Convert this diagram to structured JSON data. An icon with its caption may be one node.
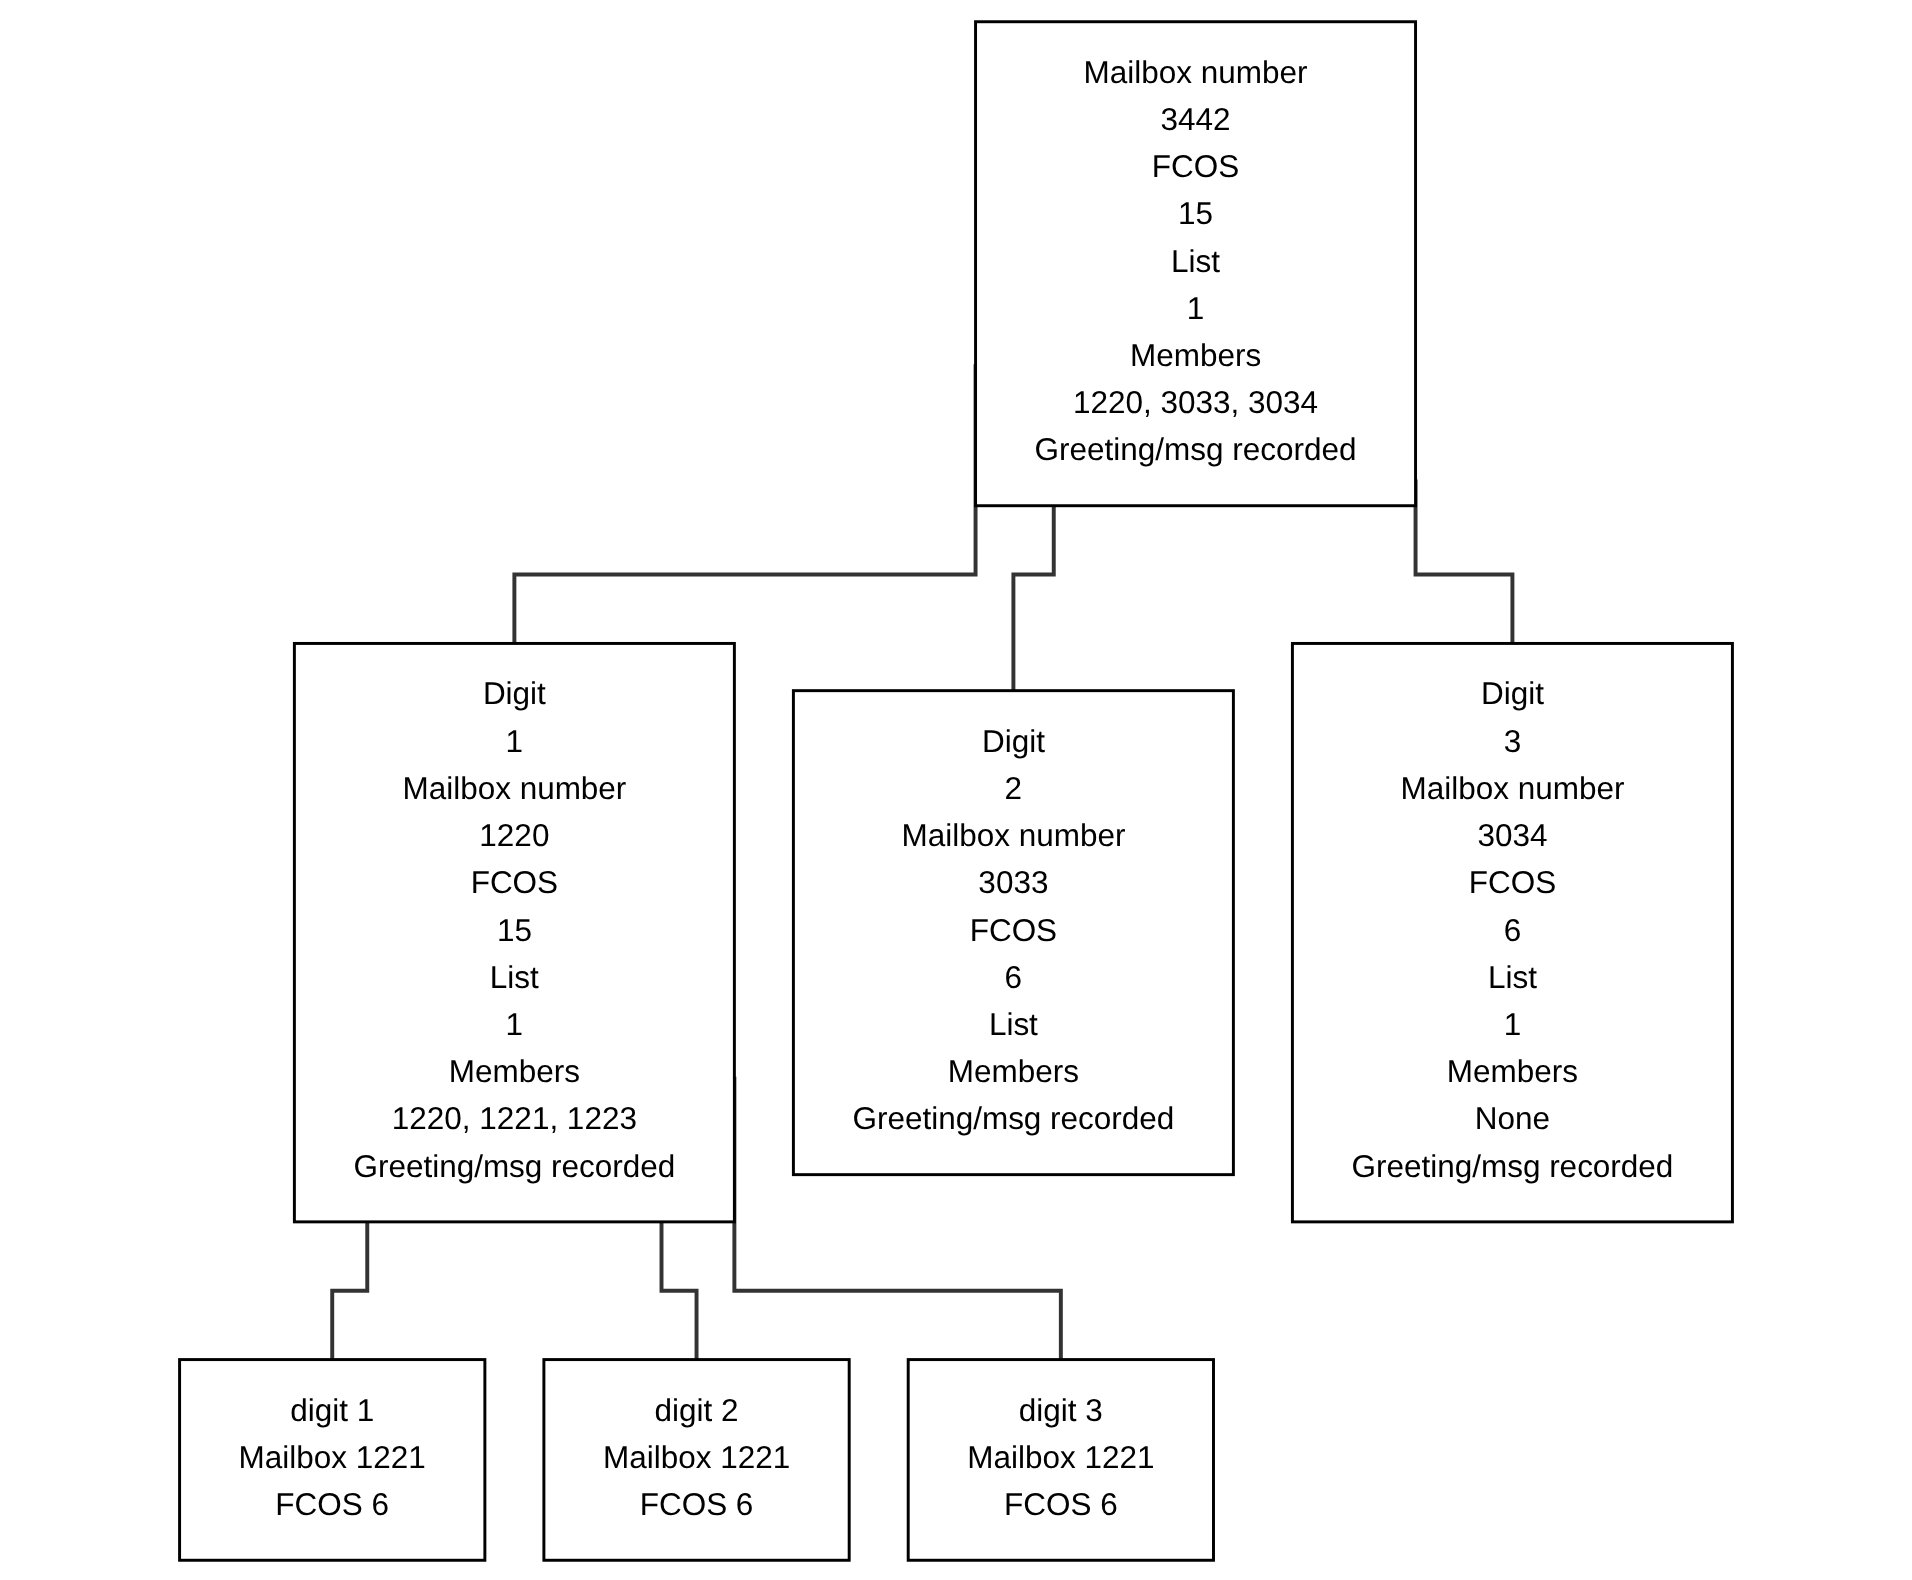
{
  "diagram": {
    "nodes": [
      {
        "text": [
          "Mailbox number",
          "3442",
          "FCOS",
          "15",
          "List",
          "1",
          "Members",
          "1220, 3033, 3034",
          "Greeting/msg recorded"
        ]
      },
      {
        "text": [
          "Digit",
          "1",
          "Mailbox number",
          "1220",
          "FCOS",
          "15",
          "List",
          "1",
          "Members",
          "1220, 1221, 1223",
          "Greeting/msg recorded"
        ]
      },
      {
        "text": [
          "Digit",
          "2",
          "Mailbox number",
          "3033",
          "FCOS",
          "6",
          "List",
          "Members",
          "Greeting/msg recorded"
        ]
      },
      {
        "text": [
          "Digit",
          "3",
          "Mailbox number",
          "3034",
          "FCOS",
          "6",
          "List",
          "1",
          "Members",
          "None",
          "Greeting/msg recorded"
        ]
      },
      {
        "text": [
          "digit 1",
          "Mailbox 1221",
          "FCOS 6"
        ]
      },
      {
        "text": [
          "digit 2",
          "Mailbox 1221",
          "FCOS 6"
        ]
      },
      {
        "text": [
          "digit 3",
          "Mailbox 1221",
          "FCOS 6"
        ]
      }
    ],
    "edges": [
      {
        "from": 0,
        "to": 1,
        "arrow": "none"
      },
      {
        "from": 0,
        "to": 2,
        "arrow": "none"
      },
      {
        "from": 0,
        "to": 3,
        "arrow": "none"
      },
      {
        "from": 1,
        "to": 4,
        "arrow": "none"
      },
      {
        "from": 1,
        "to": 5,
        "arrow": "none"
      },
      {
        "from": 1,
        "to": 6,
        "arrow": "none"
      }
    ]
  }
}
